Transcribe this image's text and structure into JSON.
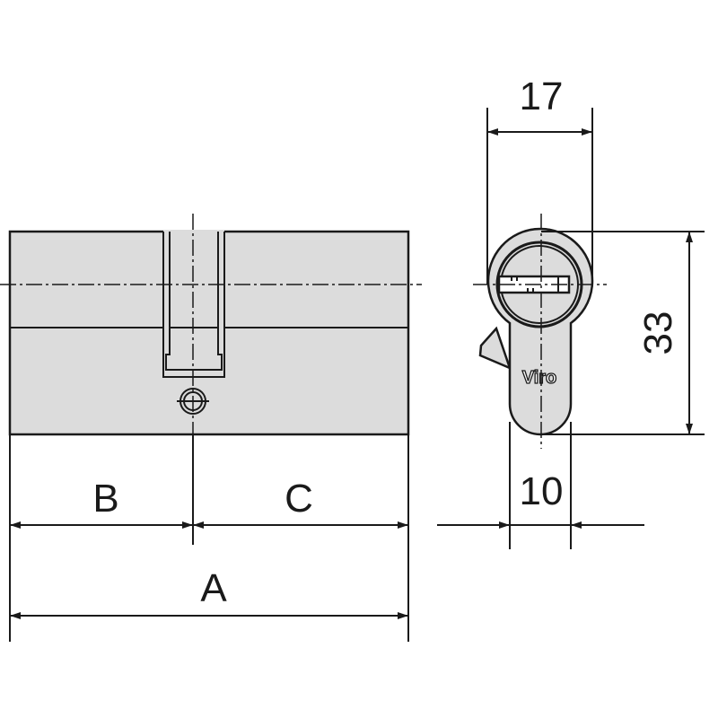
{
  "title": "Euro profile cylinder dimension drawing",
  "dimensions": {
    "a": "A",
    "b": "B",
    "c": "C",
    "width": "17",
    "height": "33",
    "stem_width": "10"
  },
  "brand": "Viro",
  "colors": {
    "fill": "#dcdcdc",
    "line": "#1a1a1a"
  }
}
